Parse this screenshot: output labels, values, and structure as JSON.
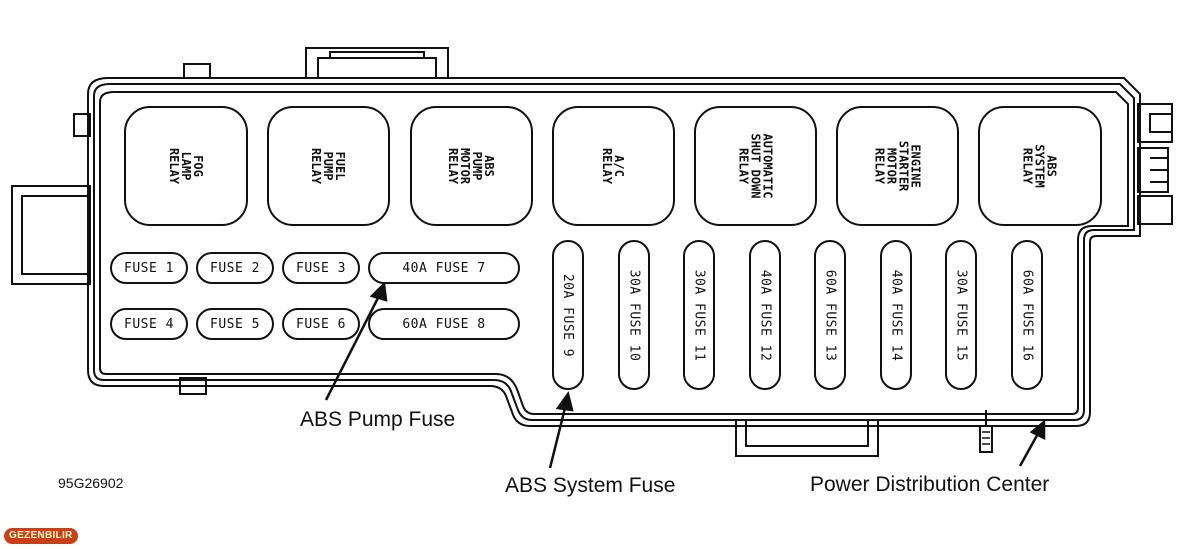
{
  "relays": [
    {
      "label": "FOG\nLAMP\nRELAY"
    },
    {
      "label": "FUEL\nPUMP\nRELAY"
    },
    {
      "label": "ABS\nPUMP\nMOTOR\nRELAY"
    },
    {
      "label": "A/C\nRELAY"
    },
    {
      "label": "AUTOMATIC\nSHUT DOWN\nRELAY"
    },
    {
      "label": "ENGINE\nSTARTER\nMOTOR\nRELAY"
    },
    {
      "label": "ABS\nSYSTEM\nRELAY"
    }
  ],
  "fuses_row1": [
    "FUSE 1",
    "FUSE 2",
    "FUSE 3",
    "40A FUSE 7"
  ],
  "fuses_row2": [
    "FUSE 4",
    "FUSE 5",
    "FUSE 6",
    "60A FUSE 8"
  ],
  "fuses_vertical": [
    "20A FUSE 9",
    "30A FUSE 10",
    "30A FUSE 11",
    "40A FUSE 12",
    "60A FUSE 13",
    "40A FUSE 14",
    "30A FUSE 15",
    "60A FUSE 16"
  ],
  "callouts": {
    "abs_pump_fuse": "ABS Pump Fuse",
    "abs_system_fuse": "ABS System Fuse",
    "power_distribution_center": "Power Distribution Center"
  },
  "figure_id": "95G26902",
  "watermark": "GEZENBILIR"
}
